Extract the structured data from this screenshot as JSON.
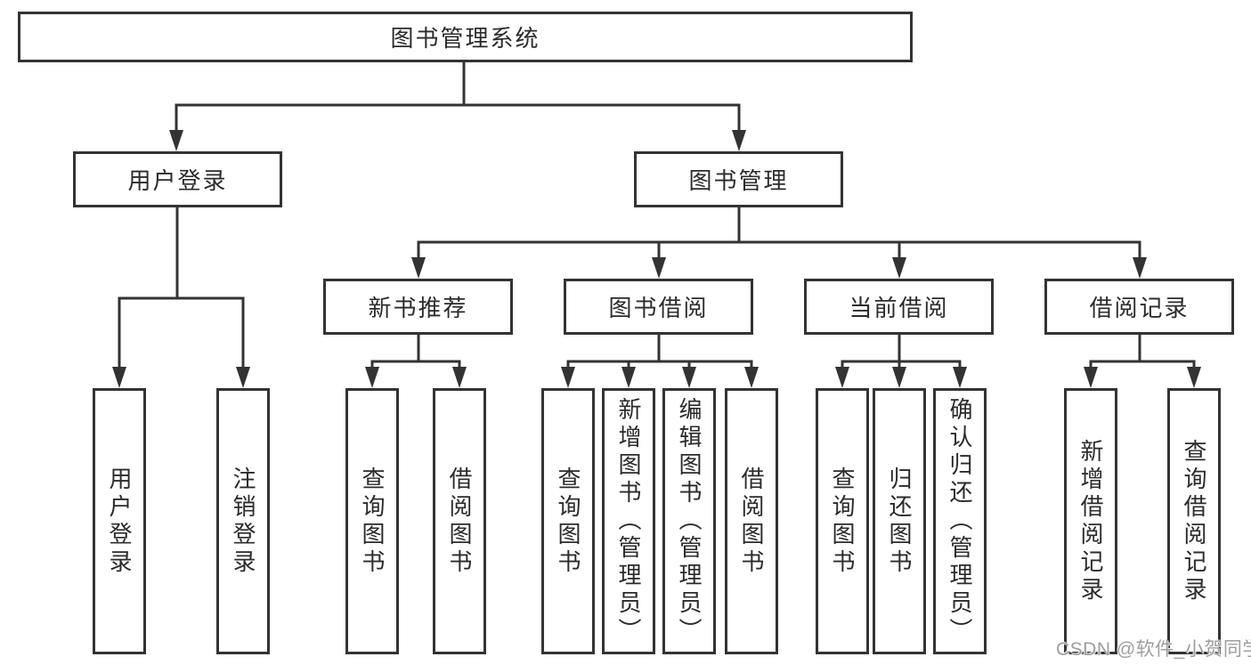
{
  "root": {
    "label": "图书管理系统"
  },
  "level2": {
    "login": {
      "label": "用户登录"
    },
    "manage": {
      "label": "图书管理"
    }
  },
  "level3": {
    "recommend": {
      "label": "新书推荐"
    },
    "borrow": {
      "label": "图书借阅"
    },
    "current": {
      "label": "当前借阅"
    },
    "records": {
      "label": "借阅记录"
    }
  },
  "leaves": {
    "login": [
      "用户登录",
      "注销登录"
    ],
    "recommend": [
      "查询图书",
      "借阅图书"
    ],
    "borrow": [
      "查询图书",
      "新增图书（管理员）",
      "编辑图书（管理员）",
      "借阅图书"
    ],
    "current": [
      "查询图书",
      "归还图书",
      "确认归还（管理员）"
    ],
    "records": [
      "新增借阅记录",
      "查询借阅记录"
    ]
  },
  "watermark": {
    "label": "CSDN @软件_小贺同学"
  },
  "colors": {
    "line": "#333333",
    "box_border": "#333333",
    "box_fill": "#ffffff",
    "text": "#2b2b2b",
    "watermark": "#9e9e9e",
    "background": "#ffffff"
  }
}
